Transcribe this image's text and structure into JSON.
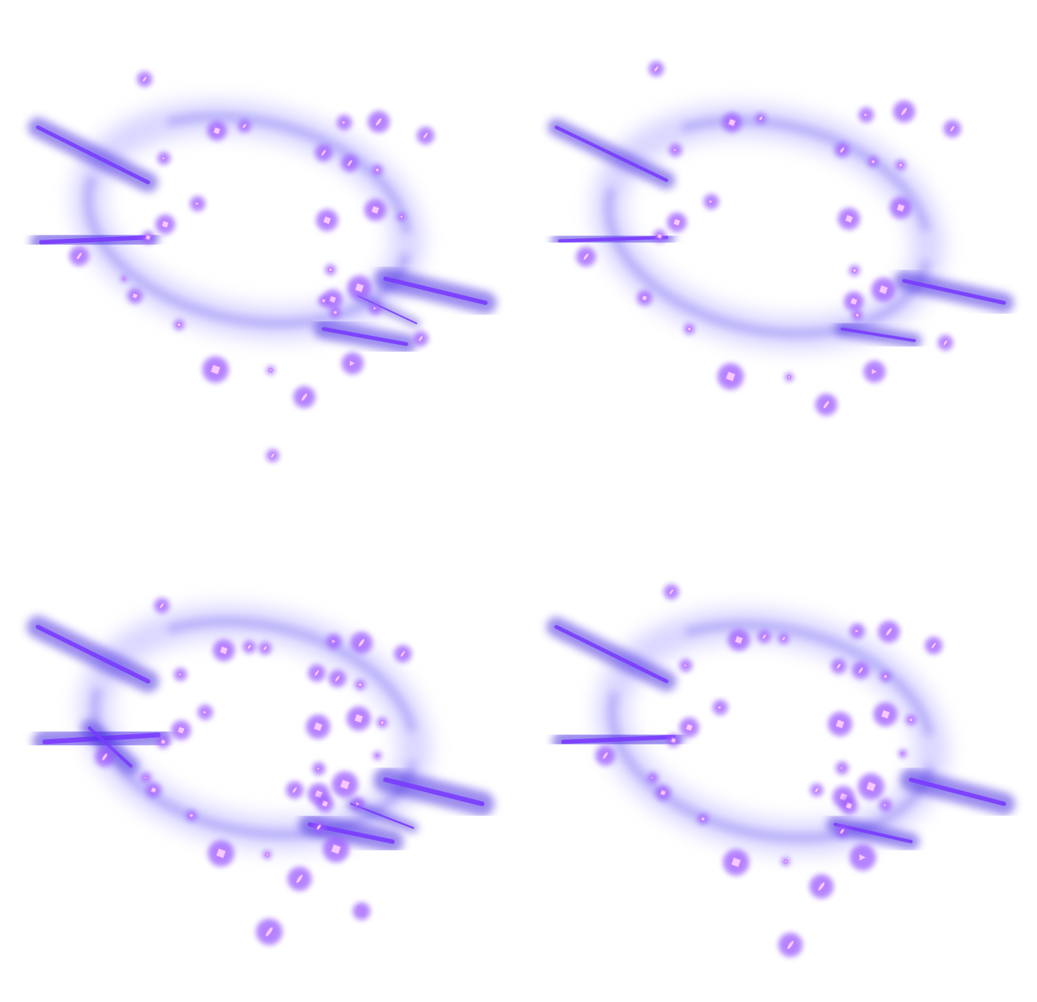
{
  "image": {
    "kind": "sprite-sheet",
    "description_tag": "magic-burst-effect",
    "background": "#ffffff",
    "colors": {
      "ring": "#7a6cf0",
      "ring_glow": "#b9b2ff",
      "streak": "#4b2fe0",
      "streak_core": "#7a3cff",
      "particle_glow": "#9b5cff",
      "particle_fill": "#f4c9ff",
      "particle_edge": "#c77dff"
    },
    "frames": [
      {
        "name": "frame-1",
        "variant": 0
      },
      {
        "name": "frame-2",
        "variant": 1
      },
      {
        "name": "frame-3",
        "variant": 2
      },
      {
        "name": "frame-4",
        "variant": 3
      }
    ]
  }
}
